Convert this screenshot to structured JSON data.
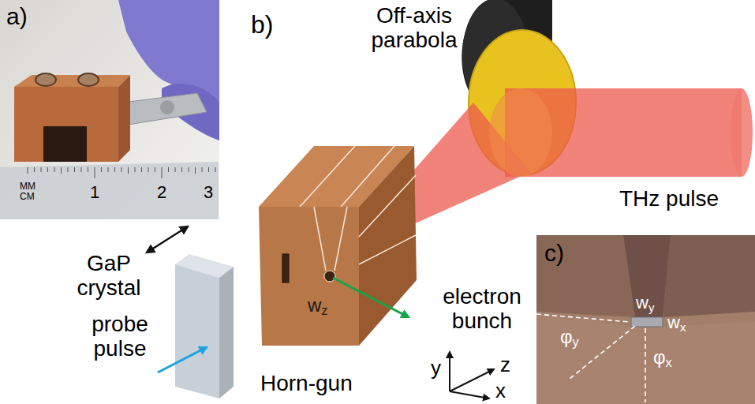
{
  "diagram": {
    "labels": [
      "a)",
      "MM",
      "CM",
      "1",
      "2",
      "3",
      "b)",
      "Off-axis parabola",
      "THz pulse",
      "GaP crystal",
      "probe pulse",
      "Horn-gun",
      "wz",
      "electron bunch",
      "y",
      "z",
      "x",
      "c)",
      "wy",
      "wx",
      "φy",
      "φx"
    ]
  }
}
